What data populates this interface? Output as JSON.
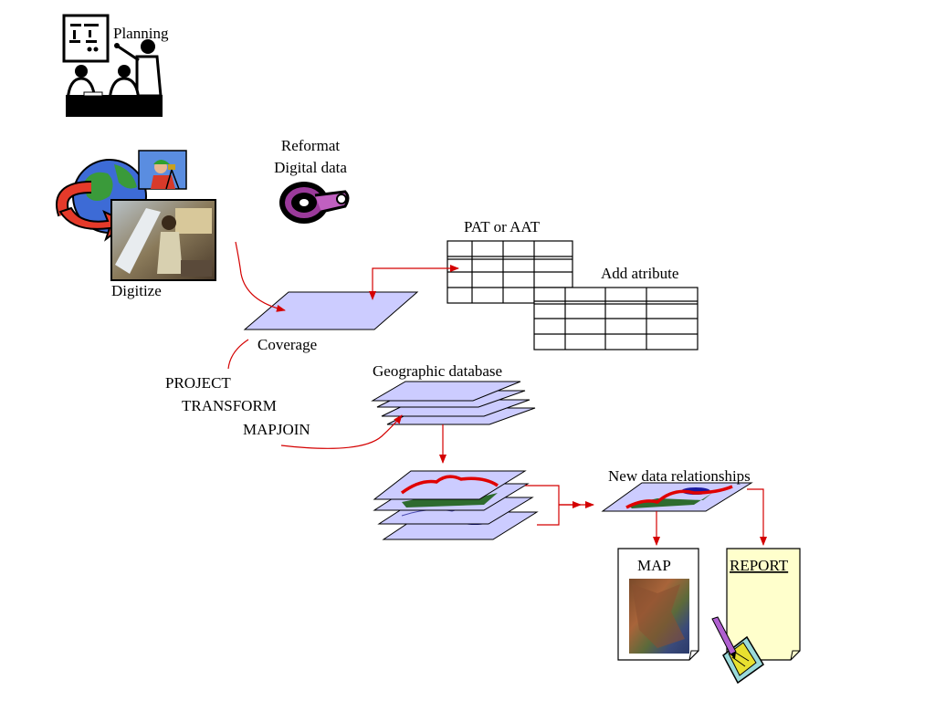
{
  "labels": {
    "planning": "Planning",
    "reformat": [
      "Reformat",
      "Digital data"
    ],
    "digitize": "Digitize",
    "pat_aat": "PAT or AAT",
    "add_attribute": "Add atribute",
    "coverage": "Coverage",
    "commands": [
      "PROJECT",
      "TRANSFORM",
      "MAPJOIN"
    ],
    "geographic_database": "Geographic database",
    "new_data_relationships": "New data relationships",
    "map": "MAP",
    "report": "REPORT"
  },
  "colors": {
    "arrow": "#d40000",
    "layer_fill": "#ccccff",
    "layer_stroke": "#000000",
    "report_fill": "#ffffcc",
    "feature_red": "#e00000",
    "feature_blue": "#1a1aa0",
    "feature_green": "#2e6b2e"
  },
  "icons": [
    "planning-meeting-icon",
    "globe-arrow-icon",
    "surveyor-icon",
    "digitizing-photo-icon",
    "tape-reel-icon",
    "pencil-notepad-icon",
    "satellite-map-image-icon"
  ]
}
